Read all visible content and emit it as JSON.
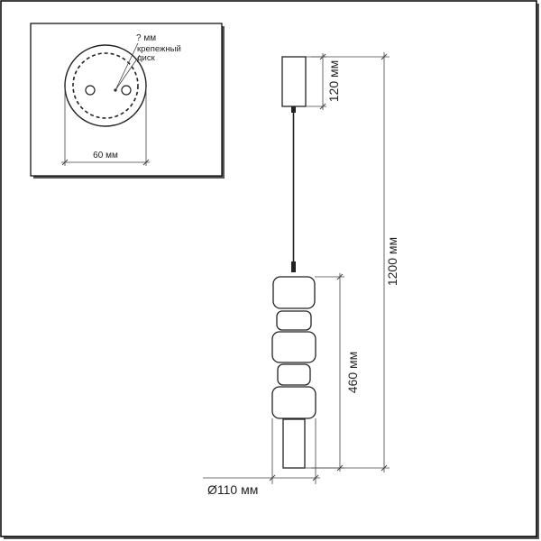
{
  "inset": {
    "hole_label": "? мм",
    "disk_label_line1": "крепежный",
    "disk_label_line2": "диск",
    "diameter_label": "60 мм"
  },
  "dimensions": {
    "canopy_height": "120 мм",
    "total_height": "1200 мм",
    "shade_height": "460 мм",
    "shade_diameter": "Ø110 мм"
  },
  "colors": {
    "frame": "#000000",
    "line": "#222222",
    "dim_line": "#444444"
  }
}
